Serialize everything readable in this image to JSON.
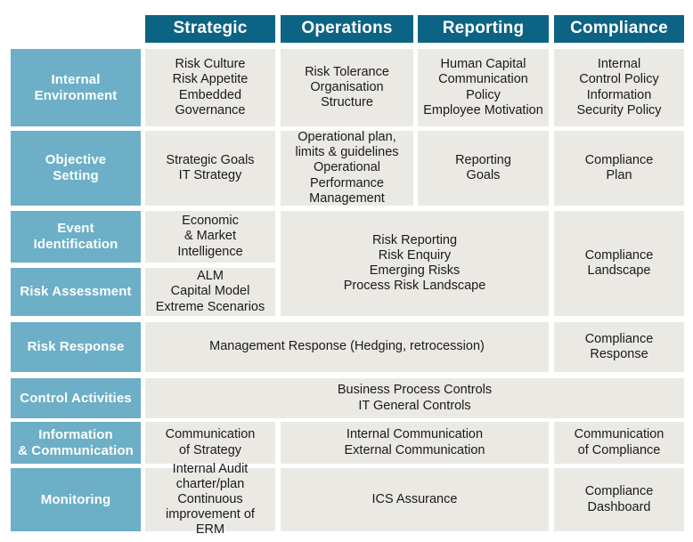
{
  "matrix": {
    "title_columns": [
      {
        "label": "Strategic",
        "name": "column-header-strategic"
      },
      {
        "label": "Operations",
        "name": "column-header-operations"
      },
      {
        "label": "Reporting",
        "name": "column-header-reporting"
      },
      {
        "label": "Compliance",
        "name": "column-header-compliance"
      }
    ],
    "row_headers": [
      {
        "label": "Internal\nEnvironment"
      },
      {
        "label": "Objective\nSetting"
      },
      {
        "label": "Event\nIdentification"
      },
      {
        "label": "Risk Assessment"
      },
      {
        "label": "Risk Response"
      },
      {
        "label": "Control Activities"
      },
      {
        "label": "Information\n& Communication"
      },
      {
        "label": "Monitoring"
      }
    ],
    "cells": {
      "internal_environment_strategic": "Risk Culture\nRisk Appetite\nEmbedded\nGovernance",
      "internal_environment_operations": "Risk Tolerance\nOrganisation\nStructure",
      "internal_environment_reporting": "Human Capital\nCommunication\nPolicy\nEmployee Motivation",
      "internal_environment_compliance": "Internal\nControl Policy\nInformation\nSecurity Policy",
      "objective_setting_strategic": "Strategic Goals\nIT Strategy",
      "objective_setting_operations": "Operational plan,\nlimits & guidelines\nOperational\nPerformance\nManagement",
      "objective_setting_reporting": "Reporting\nGoals",
      "objective_setting_compliance": "Compliance\nPlan",
      "event_identification_strategic": "Economic\n& Market Intelligence",
      "event_risk_ops_reporting": "Risk Reporting\nRisk Enquiry\nEmerging Risks\nProcess Risk Landscape",
      "event_identification_compliance": "Compliance\nLandscape",
      "risk_assessment_strategic": "ALM\nCapital Model\nExtreme Scenarios",
      "risk_response_span": "Management Response (Hedging, retrocession)",
      "risk_response_compliance": "Compliance\nResponse",
      "control_activities_span": "Business Process Controls\nIT General Controls",
      "information_communication_strategic": "Communication\nof Strategy",
      "information_communication_span": "Internal Communication\nExternal Communication",
      "information_communication_compliance": "Communication\nof Compliance",
      "monitoring_strategic": "Internal Audit\ncharter/plan\nContinuous\nimprovement of ERM",
      "monitoring_span": "ICS Assurance",
      "monitoring_compliance": "Compliance\nDashboard"
    },
    "colors": {
      "header_background": "#0d6384",
      "row_header_background": "#6cafc7",
      "cell_background": "#ebe9e4",
      "header_text": "#ffffff",
      "cell_text": "#1a1a1a",
      "page_background": "#ffffff"
    }
  }
}
